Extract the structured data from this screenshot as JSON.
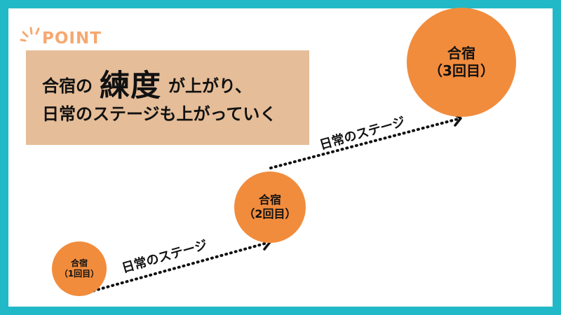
{
  "point_label": "POINT",
  "headline": {
    "line1_prefix": "合宿の",
    "line1_emphasis": "練度",
    "line1_suffix": "が上がり、",
    "line2": "日常のステージも上がっていく"
  },
  "nodes": [
    {
      "title": "合宿",
      "subtitle": "（1回目）"
    },
    {
      "title": "合宿",
      "subtitle": "（2回目）"
    },
    {
      "title": "合宿",
      "subtitle": "（3回目）"
    }
  ],
  "step_labels": [
    "日常のステージ",
    "日常のステージ"
  ],
  "colors": {
    "frame": "#21b9c7",
    "slide_background": "#ffffff",
    "headline_box": "#e5bd98",
    "node": "#f18c3d",
    "point_accent": "#f6a870",
    "text": "#111111"
  },
  "icons": {
    "point_rays": "sunburst-rays-icon",
    "arrow_1": "dotted-arrow-icon",
    "arrow_2": "dotted-arrow-icon"
  }
}
